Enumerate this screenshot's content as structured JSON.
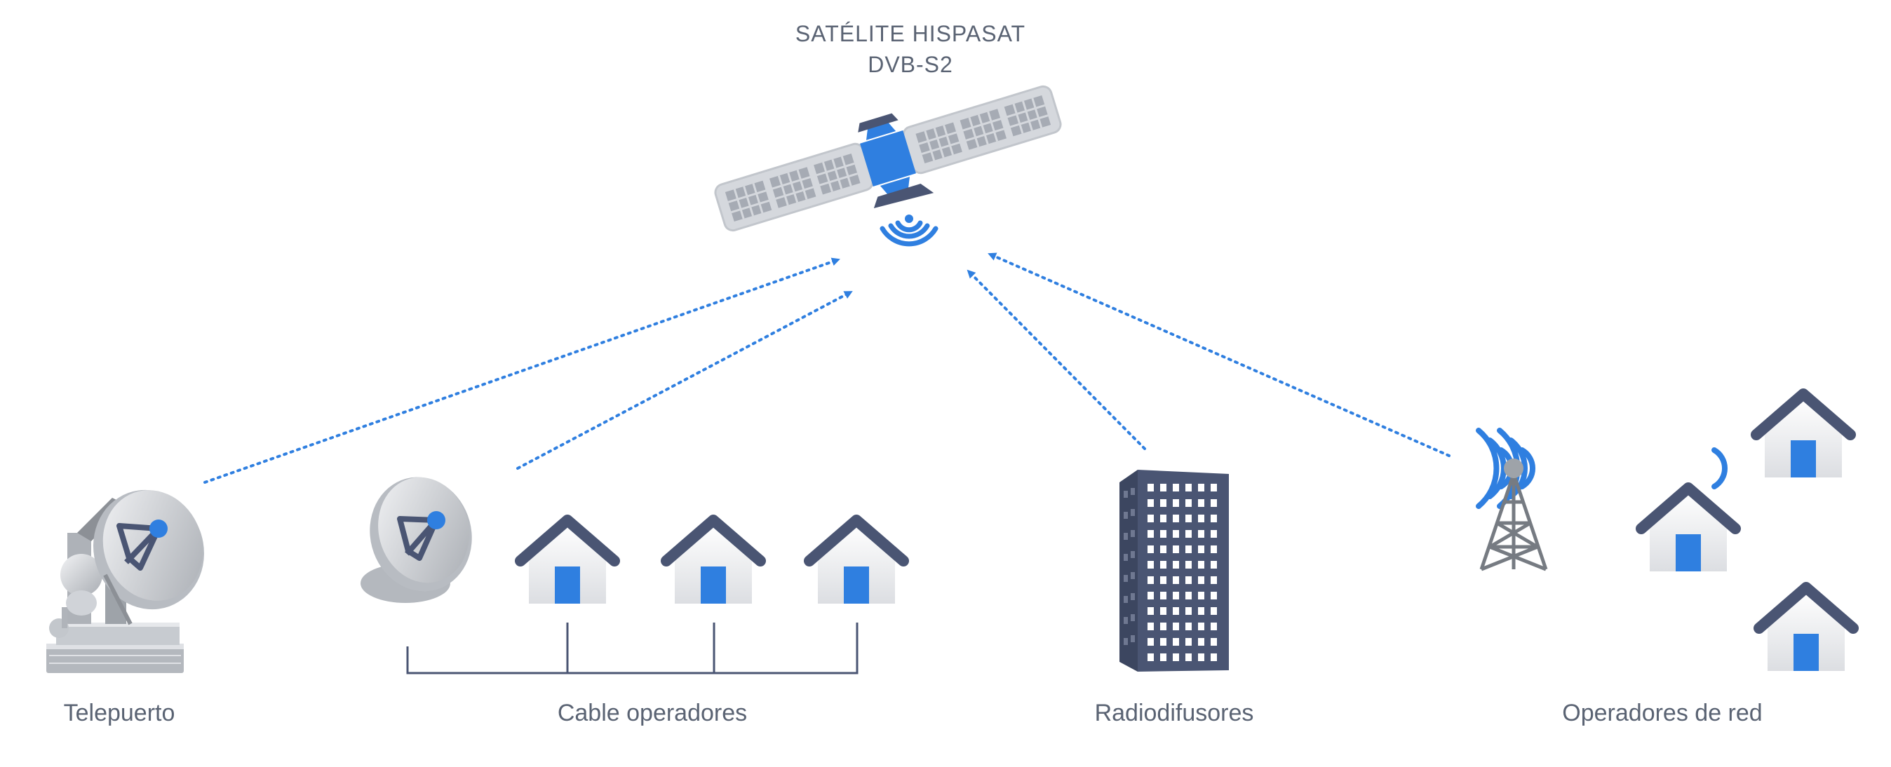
{
  "satellite": {
    "title_line1": "SATÉLITE HISPASAT",
    "title_line2": "DVB-S2"
  },
  "nodes": [
    {
      "id": "teleport",
      "label": "Telepuerto"
    },
    {
      "id": "cable",
      "label": "Cable operadores"
    },
    {
      "id": "broadcasters",
      "label": "Radiodifusores"
    },
    {
      "id": "network",
      "label": "Operadores de red"
    }
  ],
  "colors": {
    "accent": "#2f7fe0",
    "dark": "#4a5573",
    "panel": "#c7cbd3",
    "text": "#5a6373",
    "metal": "#9ea3a9"
  },
  "icons": [
    "satellite-icon",
    "signal-wave-icon",
    "teleport-dish-icon",
    "dish-icon",
    "house-icon",
    "building-icon",
    "radio-tower-icon"
  ]
}
